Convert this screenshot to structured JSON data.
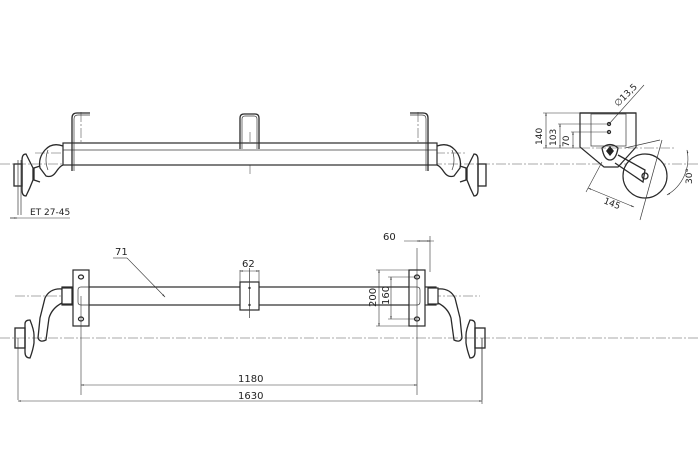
{
  "drawing": {
    "subject": "trailer axle technical drawing",
    "views": [
      "top-view",
      "front-view",
      "side-view"
    ]
  },
  "dimensions": {
    "offset_label": "ET 27-45",
    "tube_size": "71",
    "center_block_width": "62",
    "flange_width": "60",
    "flange_height": "200",
    "flange_hole_spacing": "160",
    "flange_spacing": "1180",
    "overall_width": "1630",
    "hole_diameter": "∅13,5",
    "side_height_total": "140",
    "side_height_upper_hole": "103",
    "side_height_lower_hole": "70",
    "arm_length": "145",
    "arm_angle": "30°"
  }
}
